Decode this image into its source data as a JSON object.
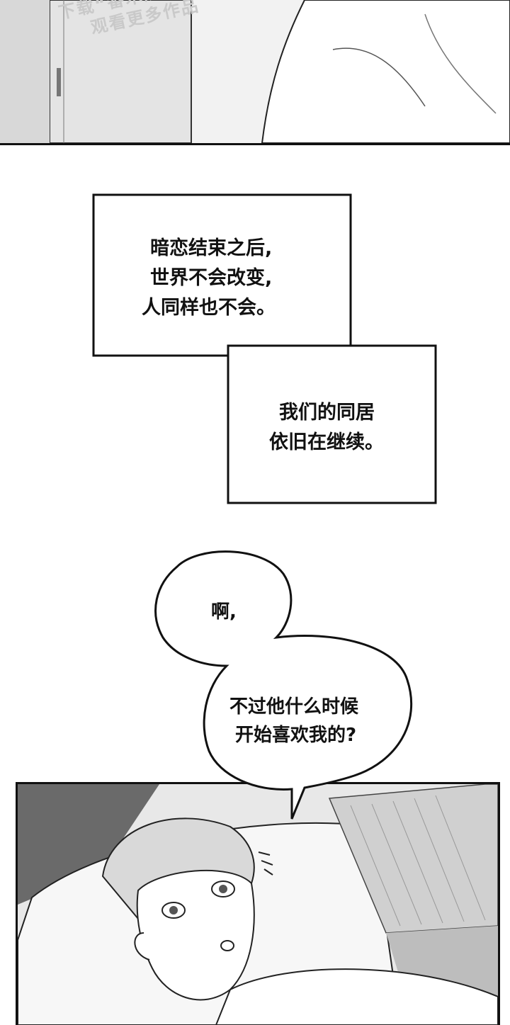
{
  "watermark": {
    "line1": "下载“番木瓜",
    "line2": "观看更多作品"
  },
  "narration_box_1": {
    "lines": [
      "暗恋结束之后,",
      "世界不会改变,",
      "人同样也不会。"
    ]
  },
  "narration_box_2": {
    "lines": [
      "我们的同居",
      "依旧在继续。"
    ]
  },
  "speech_bubble_1": {
    "text": "啊,"
  },
  "speech_bubble_2": {
    "lines": [
      "不过他什么时候",
      "开始喜欢我的?"
    ]
  }
}
